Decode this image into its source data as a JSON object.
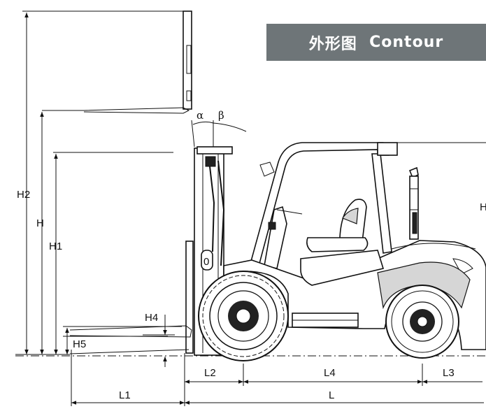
{
  "title": {
    "zh": "外形图",
    "en": "Contour"
  },
  "dimensions": {
    "h2": "H2",
    "h": "H",
    "h1": "H1",
    "h4": "H4",
    "h5": "H5",
    "h_cut": "H",
    "alpha": "α",
    "beta": "β",
    "l1": "L1",
    "l2": "L2",
    "l4": "L4",
    "l3": "L3",
    "l": "L"
  },
  "mast_marker": "0"
}
